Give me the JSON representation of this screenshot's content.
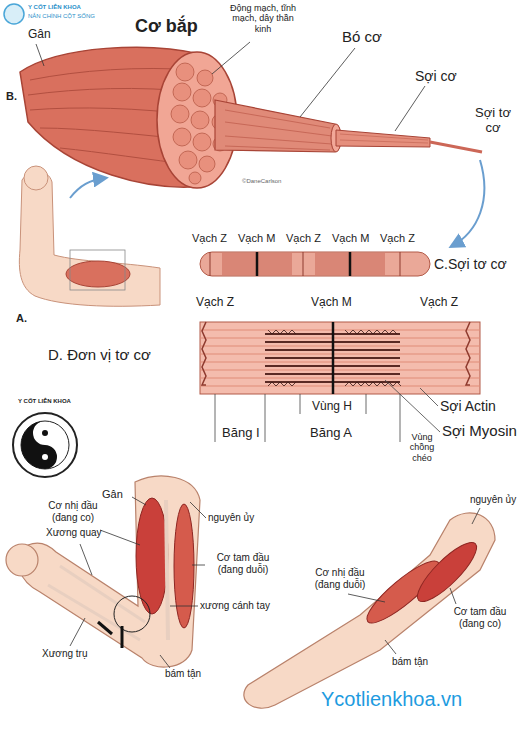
{
  "diagram": {
    "labels": [
      "Y CỐT LIÊN KHOA",
      "NẮN CHỈNH CỘT SỐNG",
      "Gân",
      "Cơ bắp",
      "Động mạch, tĩnh mạch, dây thần kinh",
      "Bó cơ",
      "Sợi cơ",
      "Sợi tơ cơ",
      "B.",
      "©DaneCarlson",
      "A.",
      "Vạch Z",
      "Vạch M",
      "Vạch Z",
      "Vạch M",
      "Vạch Z",
      "C.Sợi tơ cơ",
      "Vạch Z",
      "Vạch M",
      "Vạch Z",
      "D. Đơn vị tơ cơ",
      "Vùng H",
      "Băng I",
      "Băng A",
      "Vùng chồng chéo",
      "Sợi Actin",
      "Sợi Myosin",
      "Y CỐT LIÊN KHOA",
      "Gân",
      "Cơ nhị đầu (đang co)",
      "nguyên ủy",
      "Xương quay",
      "Cơ tam đầu (đang duỗi)",
      "xương cánh tay",
      "Xương trụ",
      "bám tận",
      "nguyên ủy",
      "Cơ nhị đầu (đang duỗi)",
      "Cơ tam đầu (đang co)",
      "bám tận",
      "Ycotlienkhoa.vn"
    ]
  }
}
